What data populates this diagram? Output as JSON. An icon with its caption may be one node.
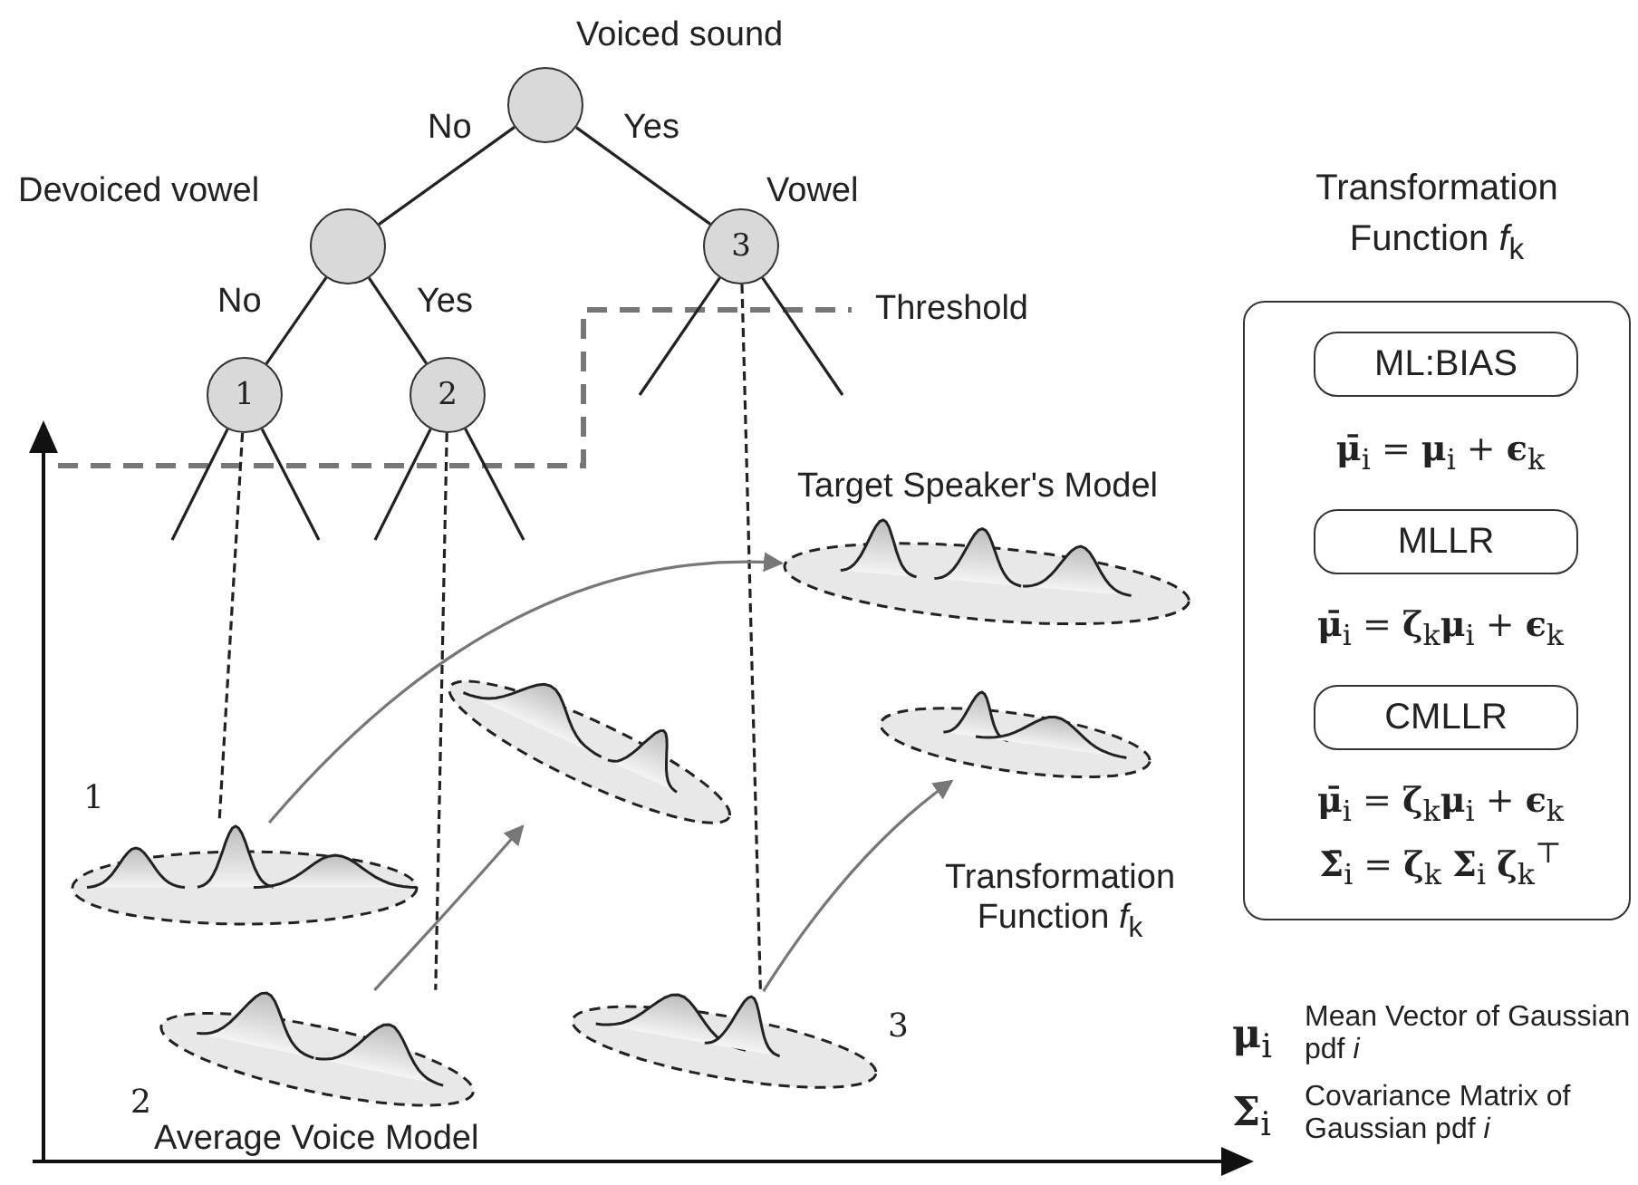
{
  "diagram": {
    "nodes": [
      {
        "text": [
          "Voiced sound"
        ]
      },
      {
        "text": [
          "Devoiced vowel"
        ]
      },
      {
        "text": [
          "Vowel",
          "3"
        ]
      },
      {
        "text": [
          "1"
        ]
      },
      {
        "text": [
          "2"
        ]
      },
      {
        "text": [
          "Transformation Function *f*$_{k}$"
        ]
      },
      {
        "text": [
          "ML:BIAS"
        ],
        "in": 5
      },
      {
        "text": [
          "MLLR"
        ],
        "in": 5
      },
      {
        "text": [
          "CMLLR"
        ],
        "in": 5
      },
      {
        "text": [],
        "shape": "ellipse"
      },
      {
        "text": [],
        "shape": "ellipse"
      },
      {
        "text": [],
        "shape": "ellipse"
      },
      {
        "text": [],
        "shape": "ellipse",
        "beside": [
          "1"
        ]
      },
      {
        "text": [],
        "shape": "ellipse",
        "beside": [
          "2"
        ]
      },
      {
        "text": [],
        "shape": "ellipse",
        "beside": [
          "3"
        ]
      }
    ],
    "edges": [
      {
        "from": 0,
        "to": 1,
        "arrow": "none",
        "label": "No"
      },
      {
        "from": 0,
        "to": 2,
        "arrow": "none",
        "label": "Yes"
      },
      {
        "from": 1,
        "to": 3,
        "arrow": "none",
        "label": "No"
      },
      {
        "from": 1,
        "to": 4,
        "arrow": "none",
        "label": "Yes"
      },
      {
        "from": 3,
        "to": null,
        "arrow": "none"
      },
      {
        "from": 3,
        "to": null,
        "arrow": "none"
      },
      {
        "from": 4,
        "to": null,
        "arrow": "none"
      },
      {
        "from": 4,
        "to": null,
        "arrow": "none"
      },
      {
        "from": 2,
        "to": null,
        "arrow": "none"
      },
      {
        "from": 2,
        "to": null,
        "arrow": "none"
      },
      {
        "from": 3,
        "to": 12,
        "arrow": "none",
        "style": "dashed"
      },
      {
        "from": 4,
        "to": 13,
        "arrow": "none",
        "style": "dashed"
      },
      {
        "from": 2,
        "to": 14,
        "arrow": "none",
        "style": "dashed"
      },
      {
        "from": 12,
        "to": 9,
        "arrow": "to",
        "color": "#777777"
      },
      {
        "from": 13,
        "to": 10,
        "arrow": "to",
        "color": "#777777"
      },
      {
        "from": 14,
        "to": 11,
        "arrow": "to",
        "color": "#777777"
      }
    ],
    "labels": [
      "Threshold",
      "Target Speaker's Model",
      "**μ̄**$_{i}$ = **μ**$_{i}$ + **ϵ**$_{k}$",
      "**μ̄**$_{i}$ = **ζ**$_{k}$**μ**$_{i}$ + **ϵ**$_{k}$",
      "**μ̄**$_{i}$ = **ζ**$_{k}$**μ**$_{i}$ + **ϵ**$_{k}$",
      "**Σ̄**$_{i}$ = **ζ**$_{k}$ **Σ**$_{i}$ **ζ**$_{k}$$^{⊤}$",
      "Transformation Function *f*$_{k}$",
      "**μ**$_{i}$",
      "Mean Vector of Gaussian pdf *i*",
      "**Σ**$_{i}$",
      "Covariance Matrix of Gaussian pdf *i*",
      "Average Voice Model"
    ]
  }
}
